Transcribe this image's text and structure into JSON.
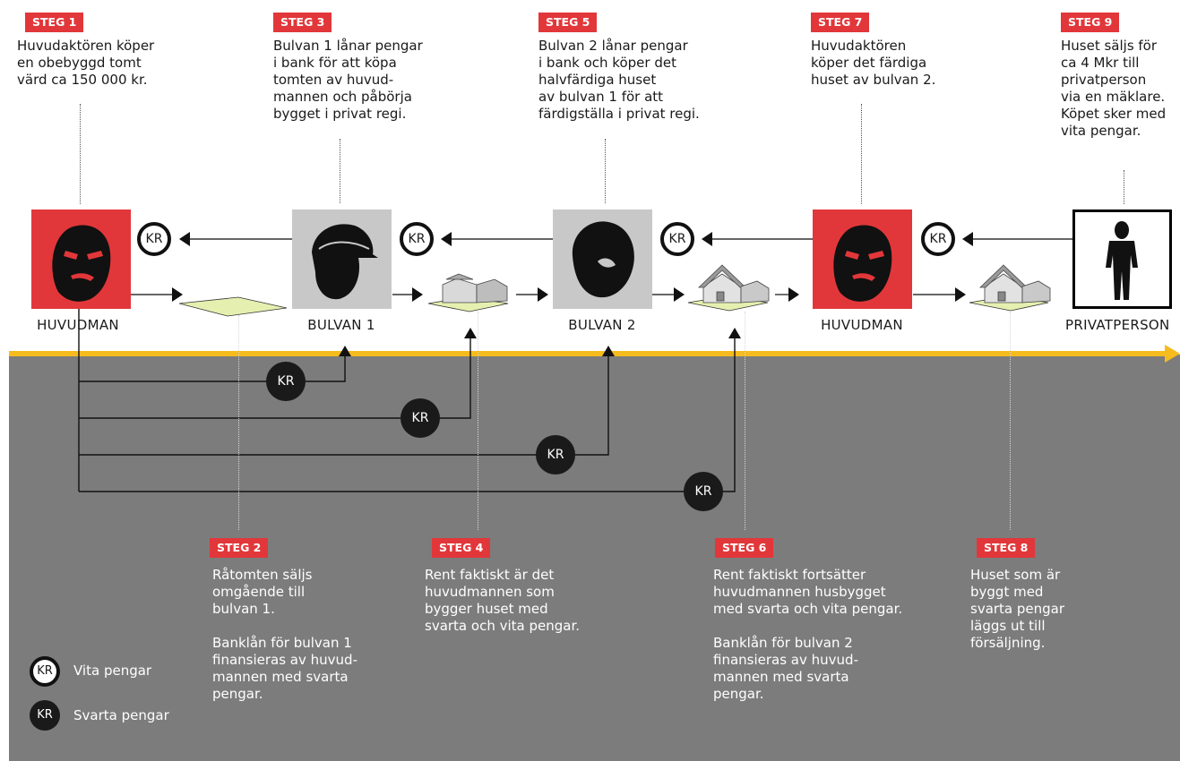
{
  "steps": [
    {
      "badge": "STEG 1",
      "text": "Huvudaktören köper\nen obebyggd tomt\nvärd ca 150 000 kr."
    },
    {
      "badge": "STEG 2",
      "text": "Råtomten säljs\nomgående till\nbulvan 1.\n\nBanklån för bulvan 1\nfinansieras av huvud-\nmannen med svarta\npengar."
    },
    {
      "badge": "STEG 3",
      "text": "Bulvan 1 lånar pengar\ni bank för att köpa\ntomten av huvud-\nmannen och påbörja\nbygget i privat regi."
    },
    {
      "badge": "STEG 4",
      "text": "Rent faktiskt är det\nhuvudmannen som\nbygger huset med\nsvarta och vita pengar."
    },
    {
      "badge": "STEG 5",
      "text": "Bulvan 2 lånar pengar\ni bank och köper det\nhalvfärdiga huset\nav bulvan 1 för att\nfärdigställa i privat regi."
    },
    {
      "badge": "STEG 6",
      "text": "Rent faktiskt fortsätter\nhuvudmannen husbygget\nmed svarta och vita pengar.\n\nBanklån för bulvan 2\nfinansieras av huvud-\nmannen med svarta\npengar."
    },
    {
      "badge": "STEG 7",
      "text": "Huvudaktören\nköper det färdiga\nhuset av bulvan 2."
    },
    {
      "badge": "STEG 8",
      "text": "Huset som är\nbyggt med\nsvarta pengar\nläggs ut till\nförsäljning."
    },
    {
      "badge": "STEG 9",
      "text": "Huset säljs för\nca 4 Mkr till\nprivatperson\nvia en mäklare.\nKöpet sker med\nvita pengar."
    }
  ],
  "actors": [
    {
      "label": "HUVUDMAN"
    },
    {
      "label": "BULVAN 1"
    },
    {
      "label": "BULVAN 2"
    },
    {
      "label": "HUVUDMAN"
    },
    {
      "label": "PRIVATPERSON"
    }
  ],
  "kr_label": "KR",
  "legend": {
    "white_label": "Vita pengar",
    "black_label": "Svarta pengar"
  },
  "colors": {
    "accent_red": "#e2373a",
    "timeline_yellow": "#f6bb1c",
    "background_gray": "#7c7c7c",
    "plot_green": "#e5f0b0"
  }
}
